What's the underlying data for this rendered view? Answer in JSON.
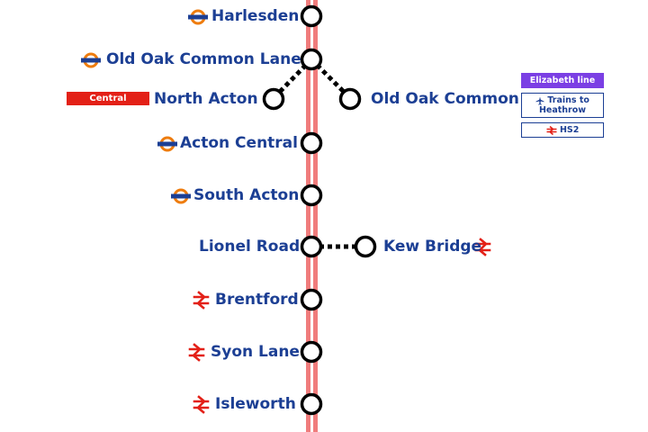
{
  "stations": {
    "harlesden": "Harlesden",
    "old_oak_common_lane": "Old Oak Common Lane",
    "north_acton": "North Acton",
    "old_oak_common": "Old Oak Common",
    "acton_central": "Acton Central",
    "south_acton": "South Acton",
    "lionel_road": "Lionel Road",
    "kew_bridge": "Kew Bridge",
    "brentford": "Brentford",
    "syon_lane": "Syon Lane",
    "isleworth": "Isleworth"
  },
  "interchanges": {
    "central_line": "Central",
    "elizabeth_line": "Elizabeth line",
    "heathrow_line1": "Trains to",
    "heathrow_line2": "Heathrow",
    "hs2": "HS2"
  },
  "colors": {
    "line_red": "#f07c7c",
    "text_blue": "#1c3f94",
    "central_red": "#e32017",
    "elizabeth_purple": "#7b3fe4",
    "overground_orange": "#ee7c0e",
    "rail_red": "#e32017"
  },
  "icons": [
    "overground-roundel-icon",
    "national-rail-icon",
    "plane-icon"
  ]
}
